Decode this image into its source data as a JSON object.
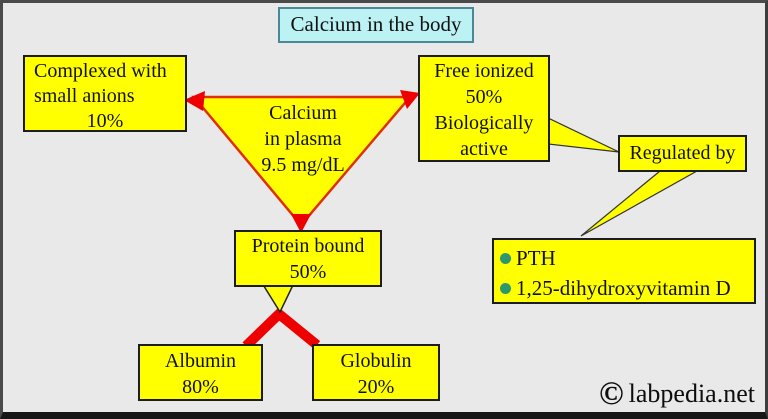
{
  "title": {
    "label": "Calcium in the body"
  },
  "nodes": {
    "complexed": {
      "line1": "Complexed with",
      "line2": "small anions",
      "line3": "10%"
    },
    "plasma": {
      "line1": "Calcium",
      "line2": "in plasma",
      "line3": "9.5 mg/dL"
    },
    "free_ionized": {
      "line1": "Free ionized",
      "line2": "50%",
      "line3": "Biologically",
      "line4": "active"
    },
    "regulated_by": {
      "label": "Regulated by"
    },
    "regulators": {
      "item1": "PTH",
      "item2": "1,25-dihydroxyvitamin D"
    },
    "protein_bound": {
      "line1": "Protein bound",
      "line2": "50%"
    },
    "albumin": {
      "line1": "Albumin",
      "line2": "80%"
    },
    "globulin": {
      "line1": "Globulin",
      "line2": "20%"
    }
  },
  "footer": {
    "copyright_symbol": "©",
    "site": "labpedia.net"
  },
  "colors": {
    "box_fill": "#ffff00",
    "box_border": "#1c1c1c",
    "title_fill": "#bdf2f5",
    "title_border": "#4b8795",
    "triangle_stroke": "#e03000",
    "arrow_red": "#ee0000",
    "bullet_green": "#2d9770",
    "background": "#e9e9e9"
  }
}
